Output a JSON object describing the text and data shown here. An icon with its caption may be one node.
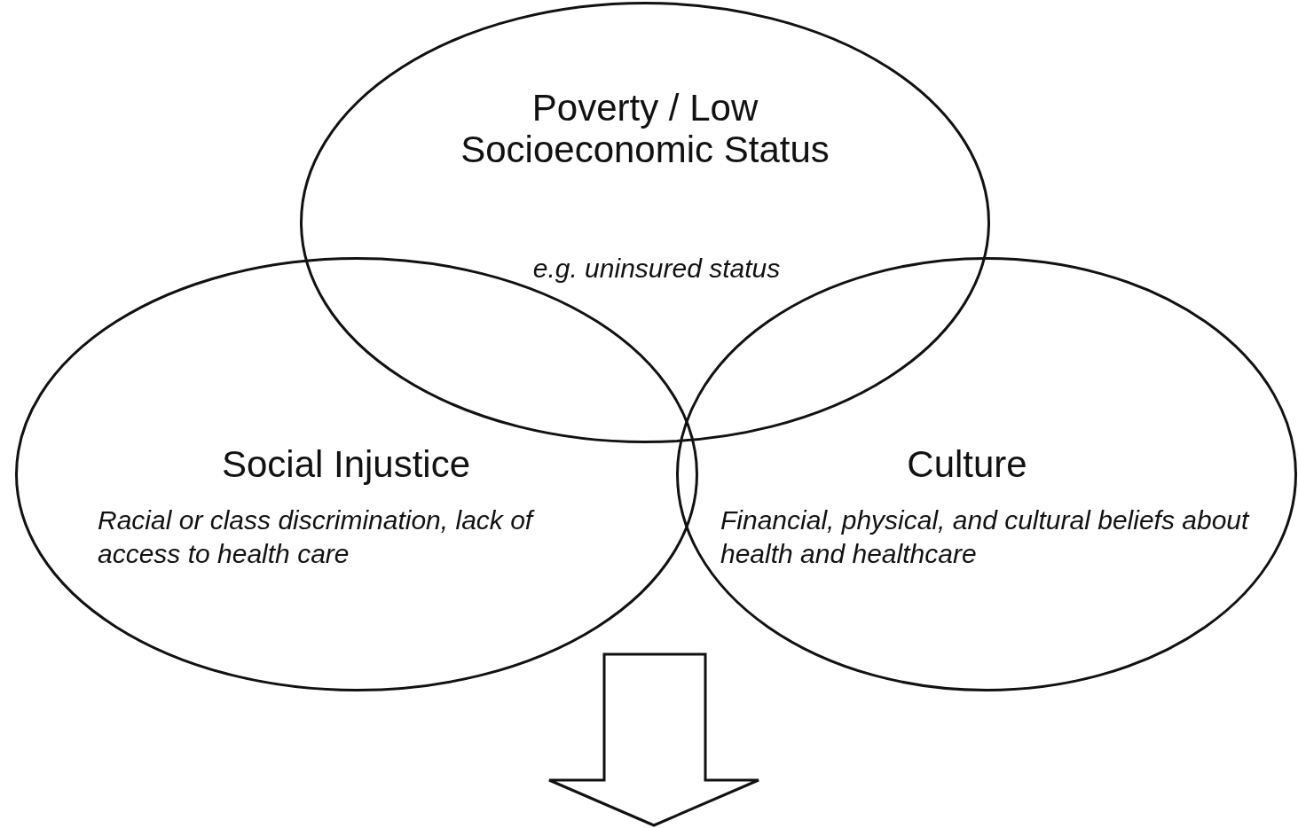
{
  "diagram": {
    "nodes": [
      {
        "text": [
          "Poverty / Low Socioeconomic Status",
          "e.g. uninsured status"
        ]
      },
      {
        "text": [
          "Social Injustice",
          "Racial or class discrimination, lack of access to health care"
        ]
      },
      {
        "text": [
          "Culture",
          "Financial, physical, and cultural beliefs about health and healthcare"
        ]
      }
    ]
  }
}
